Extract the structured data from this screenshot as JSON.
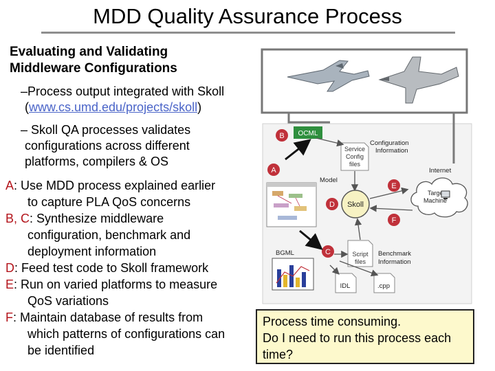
{
  "slide": {
    "title": "MDD Quality Assurance Process",
    "heading": [
      "Evaluating and Validating",
      "Middleware Configurations"
    ],
    "bullet1": {
      "prefix": "–Process output integrated with Skoll",
      "paren_open": "(",
      "link": "www.cs.umd.edu/projects/skoll",
      "paren_close": ")"
    },
    "bullet2": [
      "– Skoll QA processes validates",
      "configurations across different",
      "platforms, compilers & OS"
    ],
    "steps": [
      {
        "key": "A",
        "text": ": Use MDD process explained earlier",
        "cont": [
          "to capture PLA QoS concerns"
        ]
      },
      {
        "key": "B, C",
        "text": ": Synthesize middleware",
        "cont": [
          "configuration, benchmark and",
          "deployment information"
        ]
      },
      {
        "key": "D",
        "text": ": Feed test code to Skoll framework",
        "cont": []
      },
      {
        "key": "E",
        "text": ": Run on varied platforms to measure",
        "cont": [
          "QoS variations"
        ]
      },
      {
        "key": "F",
        "text": ": Maintain database of results from",
        "cont": [
          "which patterns of configurations can",
          "be identified"
        ]
      }
    ],
    "callout": [
      "Process time consuming.",
      "Do I need to run this process each",
      "time?"
    ]
  },
  "diagram": {
    "markers": [
      "A",
      "B",
      "C",
      "D",
      "E",
      "F"
    ],
    "ocml": "OCML",
    "model": "Model",
    "bgml": "BGML",
    "service_config": [
      "Service",
      "Config",
      "files"
    ],
    "configuration_information": [
      "Configuration",
      "Information"
    ],
    "internet": "Internet",
    "target_machine": [
      "Target",
      "Machine"
    ],
    "skoll": "Skoll",
    "script_files": [
      "Script",
      "files"
    ],
    "benchmark_information": [
      "Benchmark",
      "Information"
    ],
    "idl": "IDL",
    "cpp": ".cpp"
  },
  "colors": {
    "marker_red": "#c0313a",
    "ocml_green": "#2f8f3e",
    "skoll_yellow": "#f7f2c3",
    "callout_bg": "#fdf9cc",
    "step_key_red": "#b3141b",
    "link_blue": "#4a64c8"
  },
  "icons": [
    "fighter-jet-icon",
    "eagle-jet-icon",
    "computer-icon",
    "bgml-chart-icon",
    "cloud-icon",
    "document-icon"
  ]
}
